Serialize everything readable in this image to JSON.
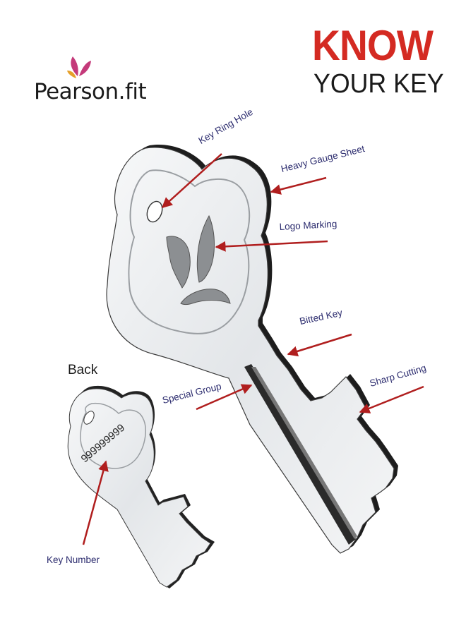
{
  "brand": {
    "name": "Pearson.fit",
    "logo_icon": "leaf-logo-icon"
  },
  "title": {
    "line1": "KNOW",
    "line2": "YOUR KEY"
  },
  "back_label": "Back",
  "key_number_value": "999999999",
  "labels": {
    "key_ring_hole": "Key Ring Hole",
    "heavy_gauge_sheet": "Heavy Gauge Sheet",
    "logo_marking": "Logo Marking",
    "bitted_key": "Bitted Key",
    "special_group": "Special Group",
    "sharp_cutting": "Sharp Cutting",
    "key_number": "Key Number"
  },
  "colors": {
    "title_red": "#d42a22",
    "arrow_red": "#b01e1e",
    "label_navy": "#2b2b6e",
    "key_silver": "#eceef0"
  }
}
